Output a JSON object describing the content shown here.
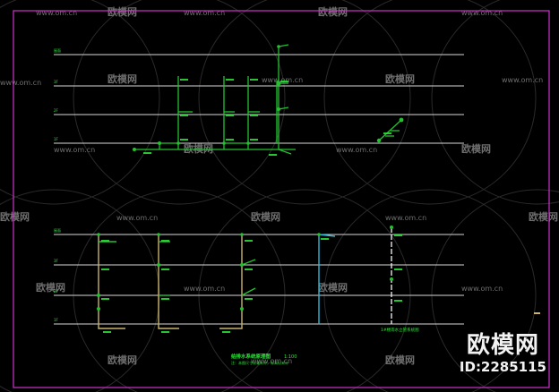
{
  "title_lower": "给排水系统原理图",
  "scale_lower": "1:100",
  "note_lower": "注：本图尺寸以毫米计，标高以米计",
  "caption_right": "1#楼雨水立管系统图",
  "level_labels": [
    "屋面",
    "3F",
    "2F",
    "1F"
  ],
  "watermark_site": "www.om.cn",
  "watermark_brand": "欧模网",
  "brand": {
    "name": "欧模网",
    "id": "ID:2285115"
  },
  "colors": {
    "background": "#000000",
    "frame": "#cc33cc",
    "floor_line": "#d8d8d8",
    "pipe_green": "#22c22e",
    "pipe_yellow": "#c8b46a",
    "pipe_cyan": "#30b6d6",
    "pipe_white": "#e6e6e6",
    "watermark": "#6e6e6e",
    "text": "#2ee83a"
  }
}
